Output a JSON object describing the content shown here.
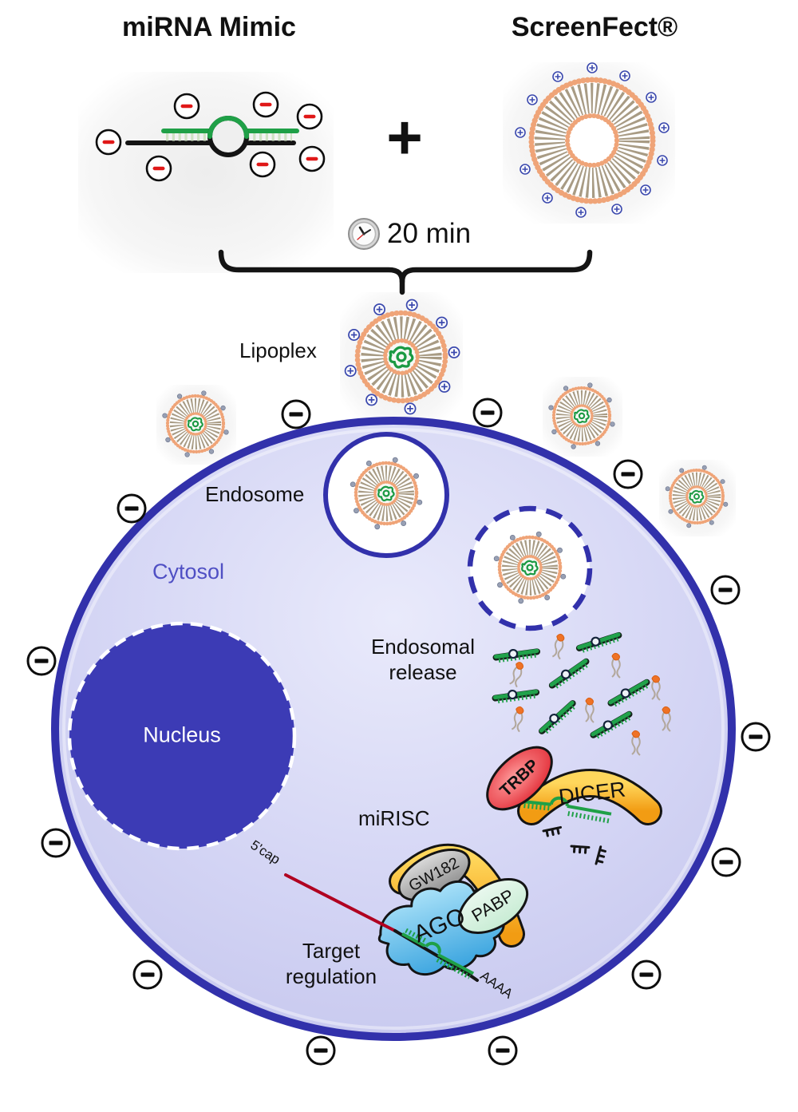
{
  "header": {
    "left_title": "miRNA Mimic",
    "right_title": "ScreenFect®",
    "plus_sign": "+",
    "incubation_time": "20 min"
  },
  "labels": {
    "lipoplex": "Lipoplex",
    "endosome": "Endosome",
    "cytosol": "Cytosol",
    "nucleus": "Nucleus",
    "endosomal_release": "Endosomal\nrelease",
    "mirisc": "miRISC",
    "target_regulation": "Target\nregulation",
    "five_prime_cap": "5'cap",
    "poly_a_tail": "AAAA"
  },
  "proteins": {
    "trbp": "TRBP",
    "dicer": "DICER",
    "gw182": "GW182",
    "pabp": "PABP",
    "ago": "AGO"
  },
  "charges": {
    "negative_symbol": "−",
    "positive_symbol": "+"
  },
  "colors": {
    "membrane_blue": "#3231ab",
    "cytosol_fill": "#cfd0f2",
    "nucleus_fill": "#3c3bb5",
    "cytosol_text": "#4f4fc4",
    "mirna_green": "#1fa047",
    "lipid_head_orange": "#efa478",
    "lipid_tail_tan": "#a89b84",
    "dicer_orange": "#f6a81c",
    "trbp_red": "#e3202c",
    "ago_blue": "#45aae0",
    "pabp_mint": "#d8f2e2",
    "gw182_gray": "#a9a9a9",
    "mrna_red": "#b00020",
    "negative_charge_black": "#0d0d0d",
    "negative_charge_red": "#e01818",
    "positive_charge_blue": "#3b49ae"
  }
}
